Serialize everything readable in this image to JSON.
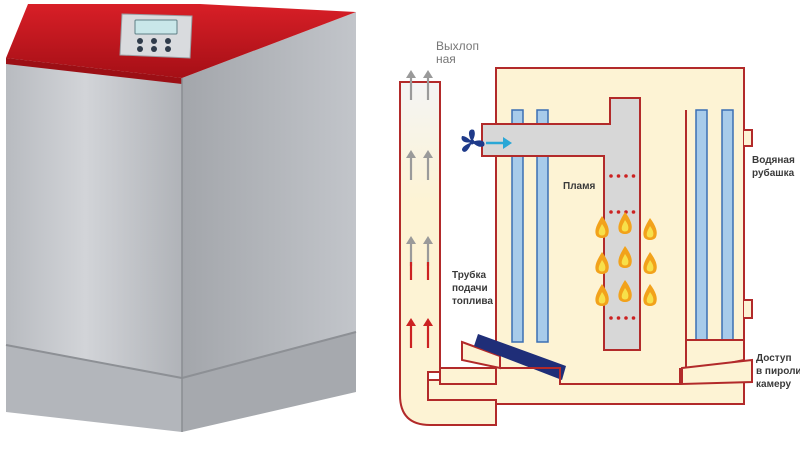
{
  "labels": {
    "exhaust": [
      "Выхлоп",
      "ная"
    ],
    "flame": "Пламя",
    "water_jacket": [
      "Водяная",
      "рубашка"
    ],
    "fuel_tube": [
      "Трубка",
      "подачи",
      "топлива"
    ],
    "pyro_access": [
      "Доступ",
      "в пиролиз",
      "камеру"
    ]
  },
  "boiler": {
    "panel_buttons": 6
  },
  "colors": {
    "body_silver": "#c3c6cb",
    "lid_red": "#c8161e",
    "chamber_fill": "#fdf3d4",
    "outline_red": "#b22a2a",
    "water_blue": "#a7cbea",
    "water_blue_stroke": "#3b6fb3",
    "fuel_tube_navy": "#1f2e78",
    "flue_grey": "#d7d7d7",
    "arrow_red": "#cc2222",
    "arrow_grey": "#9a9a9a",
    "fan_blue": "#1e3a8a",
    "air_arrow": "#2aa7d6",
    "flame_orange": "#f2a21b",
    "flame_yellow": "#f7e04a"
  },
  "icons": [
    "fan-icon",
    "air-flow-arrow-icon",
    "flame-icon",
    "up-arrow-icon"
  ]
}
